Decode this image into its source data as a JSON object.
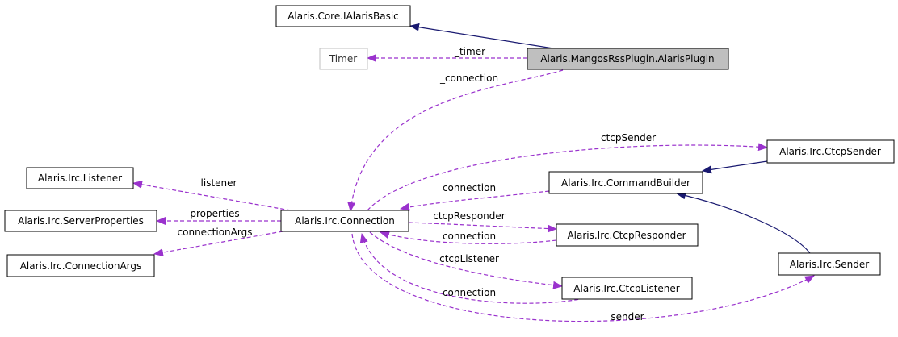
{
  "colors": {
    "inheritance": "#191970",
    "usage": "#9a32cd",
    "node_border": "#000000",
    "muted_border": "#bfbfbf",
    "focus_fill": "#bfbfbf",
    "node_fill": "#ffffff"
  },
  "nodes": {
    "iAlarisBasic": "Alaris.Core.IAlarisBasic",
    "timer": "Timer",
    "alarisPlugin": "Alaris.MangosRssPlugin.AlarisPlugin",
    "listener": "Alaris.Irc.Listener",
    "serverProperties": "Alaris.Irc.ServerProperties",
    "connectionArgs": "Alaris.Irc.ConnectionArgs",
    "connection": "Alaris.Irc.Connection",
    "ctcpSender": "Alaris.Irc.CtcpSender",
    "commandBuilder": "Alaris.Irc.CommandBuilder",
    "ctcpResponder": "Alaris.Irc.CtcpResponder",
    "ctcpListener": "Alaris.Irc.CtcpListener",
    "sender": "Alaris.Irc.Sender"
  },
  "labels": {
    "timer": "_timer",
    "pluginConnection": "_connection",
    "ctcpSender": "ctcpSender",
    "listener": "listener",
    "properties": "properties",
    "connectionArgs": "connectionArgs",
    "builderConnection": "connection",
    "ctcpResponder": "ctcpResponder",
    "responderConnection": "connection",
    "ctcpListener": "ctcpListener",
    "listenerConnection": "connection",
    "sender": "sender"
  }
}
